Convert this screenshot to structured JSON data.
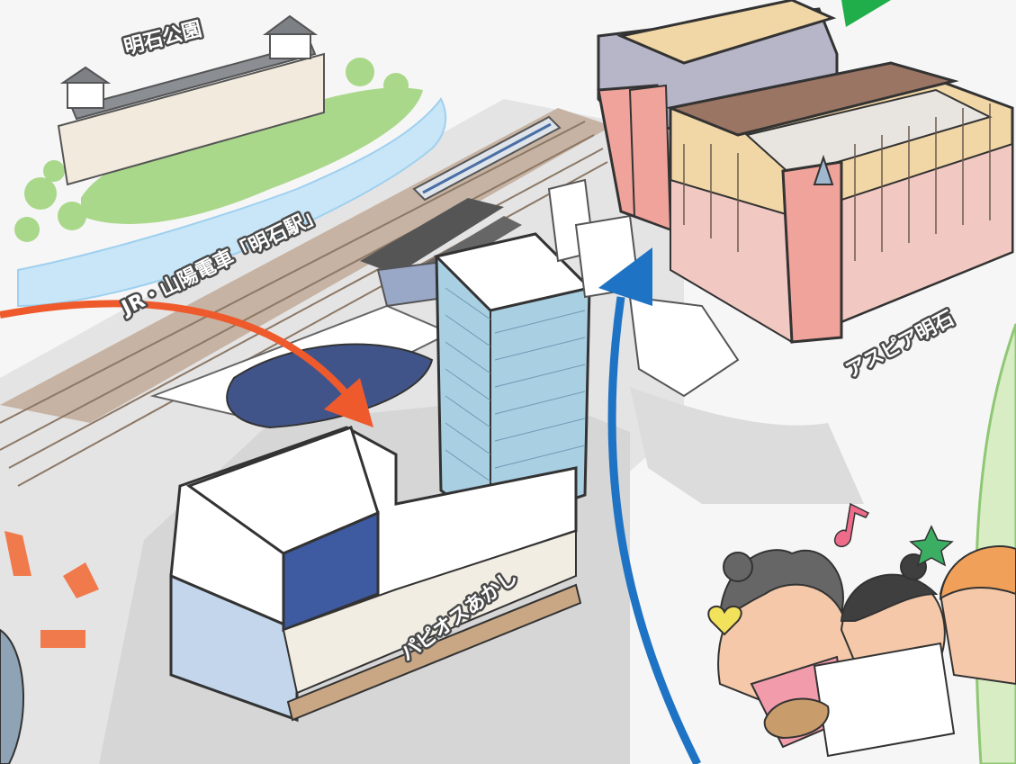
{
  "labels": {
    "park": "明石公園",
    "station": "JR・山陽電車「明石駅」",
    "aspia": "アスピア明石",
    "papios": "パピオスあかし"
  },
  "colors": {
    "arrow_orange": "#ee5a2c",
    "arrow_blue": "#1f73c4",
    "arrow_green": "#1fae4a",
    "moat": "#c8e6f7",
    "greenery": "#a9d88a",
    "aspia_pink": "#f0a39a",
    "aspia_tan": "#f2d7a6",
    "tower_glass": "#a9cfe3",
    "pavement": "#dcdcdc",
    "side_panel": "#d9edc4"
  },
  "icons": {
    "castle": "castle-icon",
    "train": "train-icon",
    "people": "people-illustration",
    "music_note": "music-note-icon",
    "star": "star-icon",
    "heart": "heart-icon",
    "palette": "palette-icon"
  }
}
